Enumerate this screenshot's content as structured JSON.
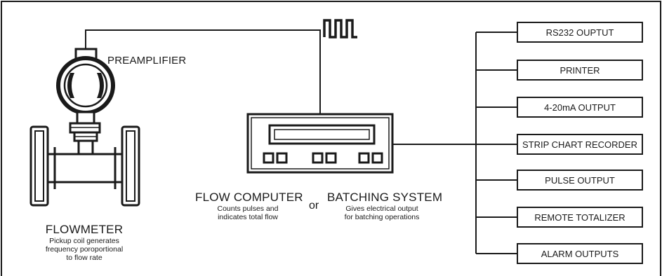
{
  "flowmeter": {
    "title": "FLOWMETER",
    "desc": [
      "Pickup coil generates",
      "frequency poroportional",
      "to flow rate"
    ]
  },
  "preamplifier": {
    "label": "PREAMPLIFIER"
  },
  "flow_computer": {
    "title": "FLOW COMPUTER",
    "desc": [
      "Counts pulses and",
      "indicates total flow"
    ]
  },
  "connector": "or",
  "batching_system": {
    "title": "BATCHING SYSTEM",
    "desc": [
      "Gives electrical output",
      "for batching operations"
    ]
  },
  "outputs": [
    "RS232 OUPTUT",
    "PRINTER",
    "4-20mA OUTPUT",
    "STRIP CHART RECORDER",
    "PULSE OUTPUT",
    "REMOTE TOTALIZER",
    "ALARM OUTPUTS"
  ]
}
